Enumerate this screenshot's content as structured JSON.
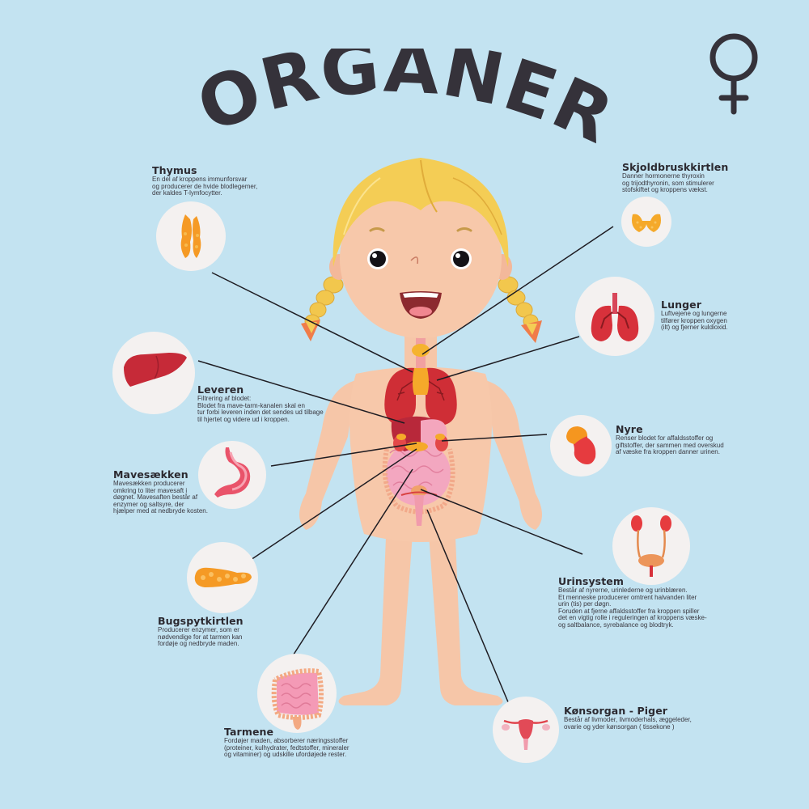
{
  "title": "ORGANER",
  "gender_symbol": "female-symbol",
  "colors": {
    "background": "#c3e3f1",
    "title": "#35323a",
    "circle_bg": "#f4f1f0",
    "skin": "#f6c6a8",
    "hair": "#f4cd55",
    "organ_red": "#d63a3d",
    "organ_orange": "#f59a25",
    "line": "#1e1c22"
  },
  "organs": [
    {
      "id": "thymus",
      "name": "Thymus",
      "description": "En del af kroppens immunforsvar\nog producerer de hvide blodlegemer,\nder kaldes T-lymfocytter.",
      "icon": "thymus-icon"
    },
    {
      "id": "thyroid",
      "name": "Skjoldbruskkirtlen",
      "description": "Danner hormonerne thyroxin\nog trijodthyronin, som stimulerer\nstofskiftet og kroppens vækst.",
      "icon": "thyroid-icon"
    },
    {
      "id": "lungs",
      "name": "Lunger",
      "description": "Luftvejene og lungerne\ntilfører kroppen oxygen\n(ilt) og fjerner kuldioxid.",
      "icon": "lungs-icon"
    },
    {
      "id": "liver",
      "name": "Leveren",
      "description": "Filtrering af blodet:\nBlodet fra mave-tarm-kanalen skal en\ntur forbi leveren inden det sendes ud tilbage\ntil hjertet og videre ud i kroppen.",
      "icon": "liver-icon"
    },
    {
      "id": "kidney",
      "name": "Nyre",
      "description": "Renser blodet for affaldsstoffer og\ngiftstoffer, der sammen med overskud\naf væske fra kroppen danner urinen.",
      "icon": "kidney-icon"
    },
    {
      "id": "stomach",
      "name": "Mavesækken",
      "description": "Mavesækken producerer\nomkring to liter mavesaft i\ndøgnet. Mavesaften består af\nenzymer og saltsyre, der\nhjælper med at nedbryde kosten.",
      "icon": "stomach-icon"
    },
    {
      "id": "urinary",
      "name": "Urinsystem",
      "description": "Består af nyrerne, urinlederne og urinblæren.\nEt menneske producerer omtrent halvanden liter\nurin (tis) per døgn.\nForuden at fjerne affaldsstoffer fra kroppen spiller\ndet en vigtig rolle i reguleringen af kroppens væske-\nog saltbalance, syrebalance og blodtryk.",
      "icon": "urinary-system-icon"
    },
    {
      "id": "pancreas",
      "name": "Bugspytkirtlen",
      "description": "Producerer enzymer, som er\nnødvendige for at tarmen kan\nfordøje og nedbryde maden.",
      "icon": "pancreas-icon"
    },
    {
      "id": "intestines",
      "name": "Tarmene",
      "description": "Fordøjer maden, absorberer næringsstoffer\n(proteiner, kulhydrater, fedtstoffer, mineraler\nog vitaminer) og udskille ufordøjede rester.",
      "icon": "intestines-icon"
    },
    {
      "id": "reproductive",
      "name": "Kønsorgan - Piger",
      "description": "Består af livmoder, livmoderhals, æggeleder,\novarie og yder kønsorgan ( tissekone )",
      "icon": "uterus-icon"
    }
  ]
}
